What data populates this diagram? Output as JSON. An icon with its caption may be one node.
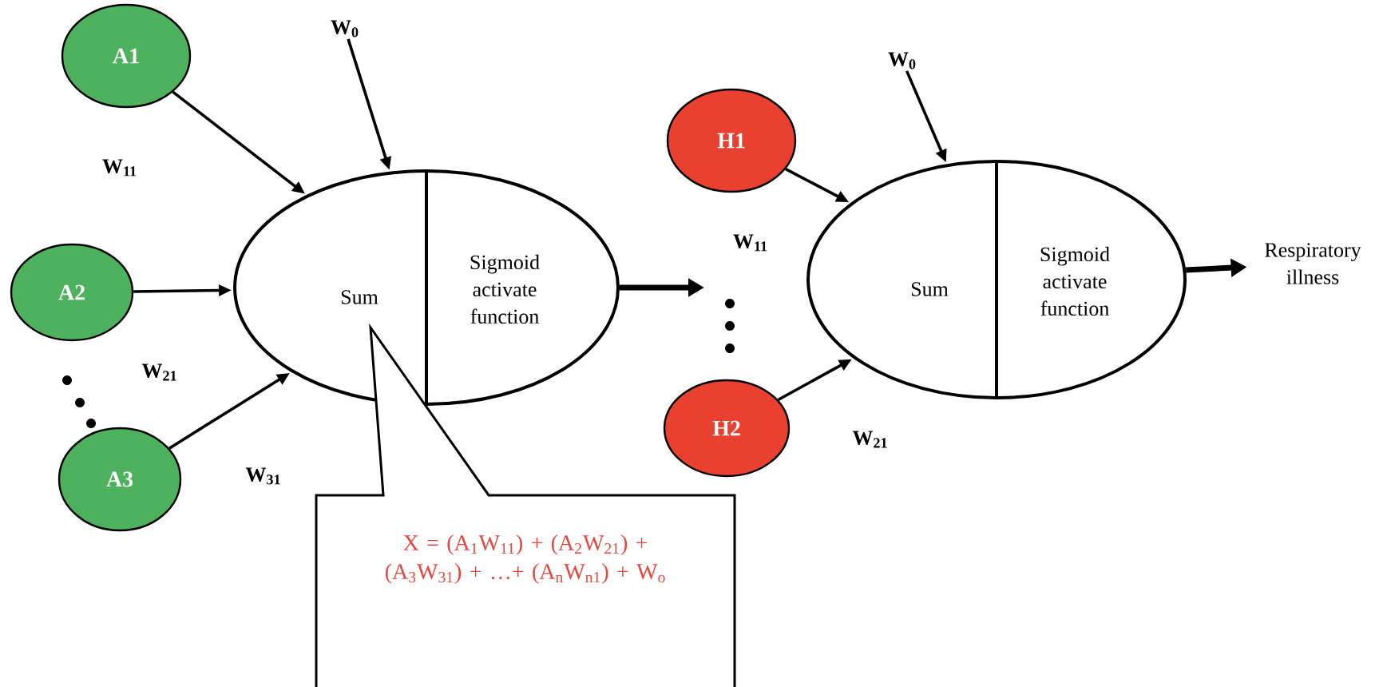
{
  "diagram": {
    "nodes": [
      {
        "text": [
          "A1"
        ]
      },
      {
        "text": [
          "W$_{0}$"
        ]
      },
      {
        "text": [
          "A2"
        ]
      },
      {
        "text": [
          "A3"
        ]
      },
      {
        "text": [
          "Sum",
          "Sigmoid activate function"
        ]
      },
      {
        "text": [
          "X = (A$_{1}$W$_{11}$) + (A$_{2}$W$_{21}$) + (A$_{3}$W$_{31}$) + …+ (A$_{n}$W$_{n1}$) + W$_{o}$"
        ]
      },
      {
        "text": [
          "H1"
        ]
      },
      {
        "text": [
          "W$_{0}$"
        ]
      },
      {
        "text": [
          "H2"
        ]
      },
      {
        "text": [
          "Sum",
          "Sigmoid activate function"
        ]
      },
      {
        "text": [
          "Respiratory illness"
        ]
      }
    ],
    "edges": [
      {
        "from": 0,
        "to": 4,
        "arrow": "to"
      },
      {
        "from": 1,
        "to": 4,
        "arrow": "to"
      },
      {
        "from": 2,
        "to": 4,
        "arrow": "to"
      },
      {
        "from": 3,
        "to": 4,
        "arrow": "to"
      },
      {
        "from": 4,
        "to": null,
        "arrow": "to",
        "style": "thick"
      },
      {
        "from": 6,
        "to": 9,
        "arrow": "to"
      },
      {
        "from": 7,
        "to": 9,
        "arrow": "to"
      },
      {
        "from": 8,
        "to": 9,
        "arrow": "to"
      },
      {
        "from": 9,
        "to": 10,
        "arrow": "to",
        "style": "thick"
      }
    ],
    "labels": [
      "W$_{11}$",
      "W$_{21}$",
      "W$_{31}$",
      "W$_{11}$",
      "W$_{21}$"
    ]
  }
}
